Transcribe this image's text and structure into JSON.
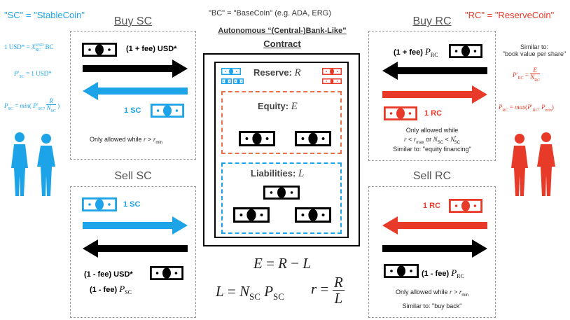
{
  "top": {
    "sc_def": "\"SC\" = \"StableCoin\"",
    "bc_def": "\"BC\" = \"BaseCoin\" (e.g. ADA, ERG)",
    "rc_def": "\"RC\" = \"ReserveCoin\"",
    "contract_title_1": "Autonomous “(Central-)Bank-Like”",
    "contract_title_2": "Contract"
  },
  "left_formulas": {
    "f1": "1 USD* = X_BC^USD BC",
    "f2": "P'_SC = 1 USD*",
    "f3": "P_SC = min(P'_SC, R / N_SC)"
  },
  "right_formulas": {
    "similar_1": "Similar to:",
    "similar_2": "\"book value per share\"",
    "f1": "P'_RC = E / N_RC",
    "f2": "P_RC = max(P'_RC, P_min)"
  },
  "buy_sc": {
    "title": "Buy SC",
    "pay_label": "(1 + fee) USD*",
    "receive_label": "1 SC",
    "note": "Only allowed while r > r_min"
  },
  "sell_sc": {
    "title": "Sell SC",
    "give_label": "1 SC",
    "receive_label_1": "(1 - fee) USD*",
    "receive_label_2": "(1 - fee) P_SC"
  },
  "buy_rc": {
    "title": "Buy RC",
    "pay_label": "(1 + fee) P_RC",
    "receive_label": "1 RC",
    "note_1": "Only allowed while",
    "note_2": "r < r_max or N_SC < N*_SC",
    "note_3": "Similar to: \"equity financing\""
  },
  "sell_rc": {
    "title": "Sell RC",
    "give_label": "1 RC",
    "receive_label": "(1 - fee) P_RC",
    "note_1": "Only allowed while r > r_min",
    "note_2": "Similar to: \"buy back\""
  },
  "contract": {
    "reserve_label": "Reserve: R",
    "equity_label": "Equity: E",
    "liabilities_label": "Liabilities: L"
  },
  "equations": {
    "e1": "E = R − L",
    "e2": "L = N_SC P_SC",
    "e3": "r = R / L"
  },
  "colors": {
    "stablecoin": "#1ca3e8",
    "reservecoin": "#e83a28",
    "basecoin": "#000000",
    "equity_border": "#e8704a",
    "liabilities_border": "#1ca3e8"
  },
  "icons": [
    "banknote-icon",
    "person-icon",
    "arrow-icon"
  ]
}
